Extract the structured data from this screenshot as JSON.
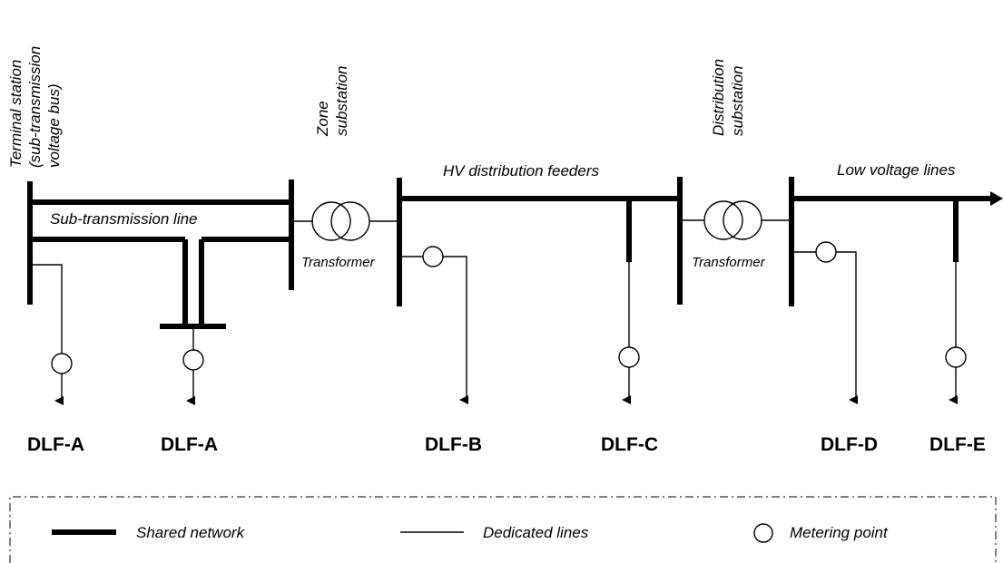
{
  "labels": {
    "terminal_station": [
      "Terminal station",
      "(sub-transmission",
      "voltage bus)"
    ],
    "zone_substation": [
      "Zone",
      "substation"
    ],
    "distribution_substation": [
      "Distribution",
      "substation"
    ],
    "hv_feeders": "HV distribution feeders",
    "low_voltage_lines": "Low voltage lines",
    "sub_transmission_line": "Sub-transmission line",
    "transformer_1": "Transformer",
    "transformer_2": "Transformer"
  },
  "outputs": [
    "DLF-A",
    "DLF-A",
    "DLF-B",
    "DLF-C",
    "DLF-D",
    "DLF-E"
  ],
  "legend": {
    "shared": "Shared network",
    "dedicated": "Dedicated lines",
    "metering": "Metering point"
  }
}
